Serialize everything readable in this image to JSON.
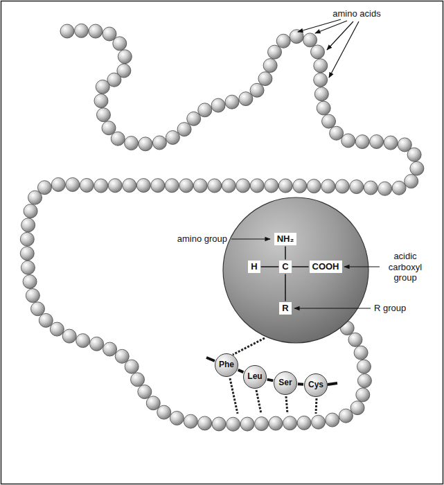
{
  "diagram": {
    "nodes": [
      {
        "text": [
          "NH₂"
        ]
      },
      {
        "text": [
          "H"
        ]
      },
      {
        "text": [
          "C"
        ]
      },
      {
        "text": [
          "COOH"
        ]
      },
      {
        "text": [
          "R"
        ]
      },
      {
        "text": [
          "Phe"
        ]
      },
      {
        "text": [
          "Leu"
        ]
      },
      {
        "text": [
          "Ser"
        ]
      },
      {
        "text": [
          "Cys"
        ]
      }
    ],
    "edges": [
      {
        "from": 0,
        "to": 2,
        "arrow": "none"
      },
      {
        "from": 1,
        "to": 2,
        "arrow": "none"
      },
      {
        "from": 2,
        "to": 3,
        "arrow": "none"
      },
      {
        "from": 2,
        "to": 4,
        "arrow": "none"
      },
      {
        "from": 5,
        "to": 6,
        "arrow": "none"
      },
      {
        "from": 6,
        "to": 7,
        "arrow": "none"
      },
      {
        "from": 7,
        "to": 8,
        "arrow": "none"
      }
    ],
    "labels": [
      "amino acids",
      "amino group",
      "acidic carboxyl group",
      "R group"
    ]
  }
}
